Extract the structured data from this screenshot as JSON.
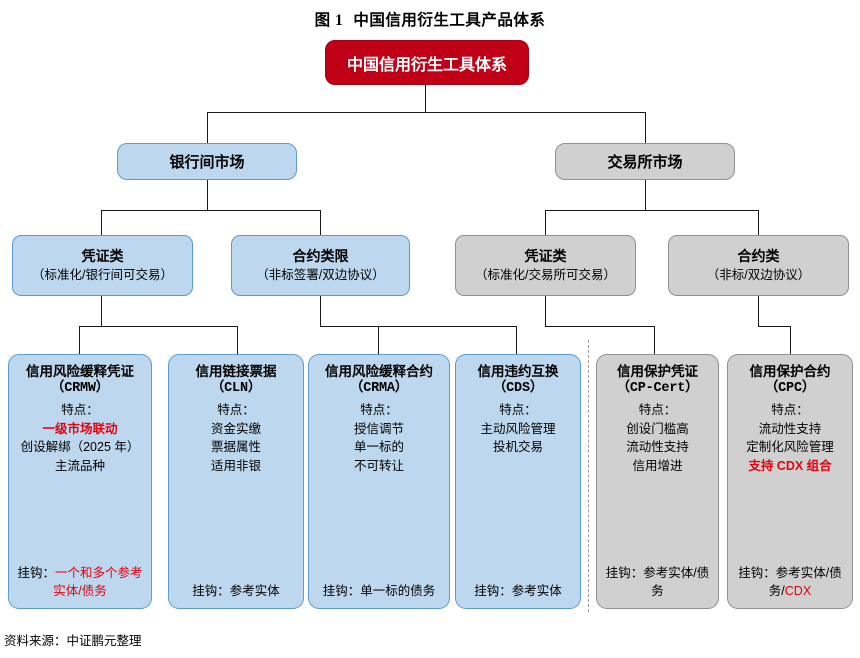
{
  "figure": {
    "label": "图 1",
    "title": "中国信用衍生工具产品体系",
    "source_note": "资料来源：中证鹏元整理"
  },
  "colors": {
    "root_fill": "#C00016",
    "blue_fill": "#BDD7EE",
    "blue_border": "#5B9BD5",
    "gray_fill": "#D0D0D0",
    "gray_border": "#909090",
    "highlight_red": "#E8000D"
  },
  "root": {
    "label": "中国信用衍生工具体系"
  },
  "markets": [
    {
      "label": "银行间市场",
      "theme": "blue"
    },
    {
      "label": "交易所市场",
      "theme": "gray"
    }
  ],
  "categories": [
    {
      "title": "凭证类",
      "subtitle": "（标准化/银行间可交易）",
      "theme": "blue"
    },
    {
      "title": "合约类限",
      "subtitle": "（非标签署/双边协议）",
      "theme": "blue"
    },
    {
      "title": "凭证类",
      "subtitle": "（标准化/交易所可交易）",
      "theme": "gray"
    },
    {
      "title": "合约类",
      "subtitle": "（非标/双边协议）",
      "theme": "gray"
    }
  ],
  "products": [
    {
      "name": "信用风险缓释凭证",
      "abbr": "（CRMW）",
      "theme": "blue",
      "feature_label": "特点：",
      "features": [
        {
          "text": "一级市场联动",
          "highlight": true
        },
        {
          "text": "创设解绑（2025 年）",
          "highlight": false
        },
        {
          "text": "主流品种",
          "highlight": false
        }
      ],
      "link_prefix": "挂钩：",
      "link_value": "一个和多个参考实体/债务",
      "link_value_highlight": true
    },
    {
      "name": "信用链接票据",
      "abbr": "（CLN）",
      "theme": "blue",
      "feature_label": "特点：",
      "features": [
        {
          "text": "资金实缴",
          "highlight": false
        },
        {
          "text": "票据属性",
          "highlight": false
        },
        {
          "text": "适用非银",
          "highlight": false
        }
      ],
      "link_prefix": "挂钩：",
      "link_value": "参考实体",
      "link_value_highlight": false
    },
    {
      "name": "信用风险缓释合约",
      "abbr": "（CRMA）",
      "theme": "blue",
      "feature_label": "特点：",
      "features": [
        {
          "text": "授信调节",
          "highlight": false
        },
        {
          "text": "单一标的",
          "highlight": false
        },
        {
          "text": "不可转让",
          "highlight": false
        }
      ],
      "link_prefix": "挂钩：",
      "link_value": "单一标的债务",
      "link_value_highlight": false
    },
    {
      "name": "信用违约互换",
      "abbr": "（CDS）",
      "theme": "blue",
      "feature_label": "特点：",
      "features": [
        {
          "text": "主动风险管理",
          "highlight": false
        },
        {
          "text": "投机交易",
          "highlight": false
        }
      ],
      "link_prefix": "挂钩：",
      "link_value": "参考实体",
      "link_value_highlight": false
    },
    {
      "name": "信用保护凭证",
      "abbr": "（CP-Cert）",
      "theme": "gray",
      "feature_label": "特点：",
      "features": [
        {
          "text": "创设门槛高",
          "highlight": false
        },
        {
          "text": "流动性支持",
          "highlight": false
        },
        {
          "text": "信用增进",
          "highlight": false
        }
      ],
      "link_prefix": "挂钩：",
      "link_value": "参考实体/债务",
      "link_value_highlight": false
    },
    {
      "name": "信用保护合约",
      "abbr": "（CPC）",
      "theme": "gray",
      "feature_label": "特点：",
      "features": [
        {
          "text": "流动性支持",
          "highlight": false
        },
        {
          "text": "定制化风险管理",
          "highlight": false
        },
        {
          "text": "支持 CDX 组合",
          "highlight": true
        }
      ],
      "link_prefix": "挂钩：",
      "link_value": "参考实体/债务/",
      "link_suffix": "CDX",
      "link_value_highlight": false,
      "link_suffix_highlight": true
    }
  ]
}
